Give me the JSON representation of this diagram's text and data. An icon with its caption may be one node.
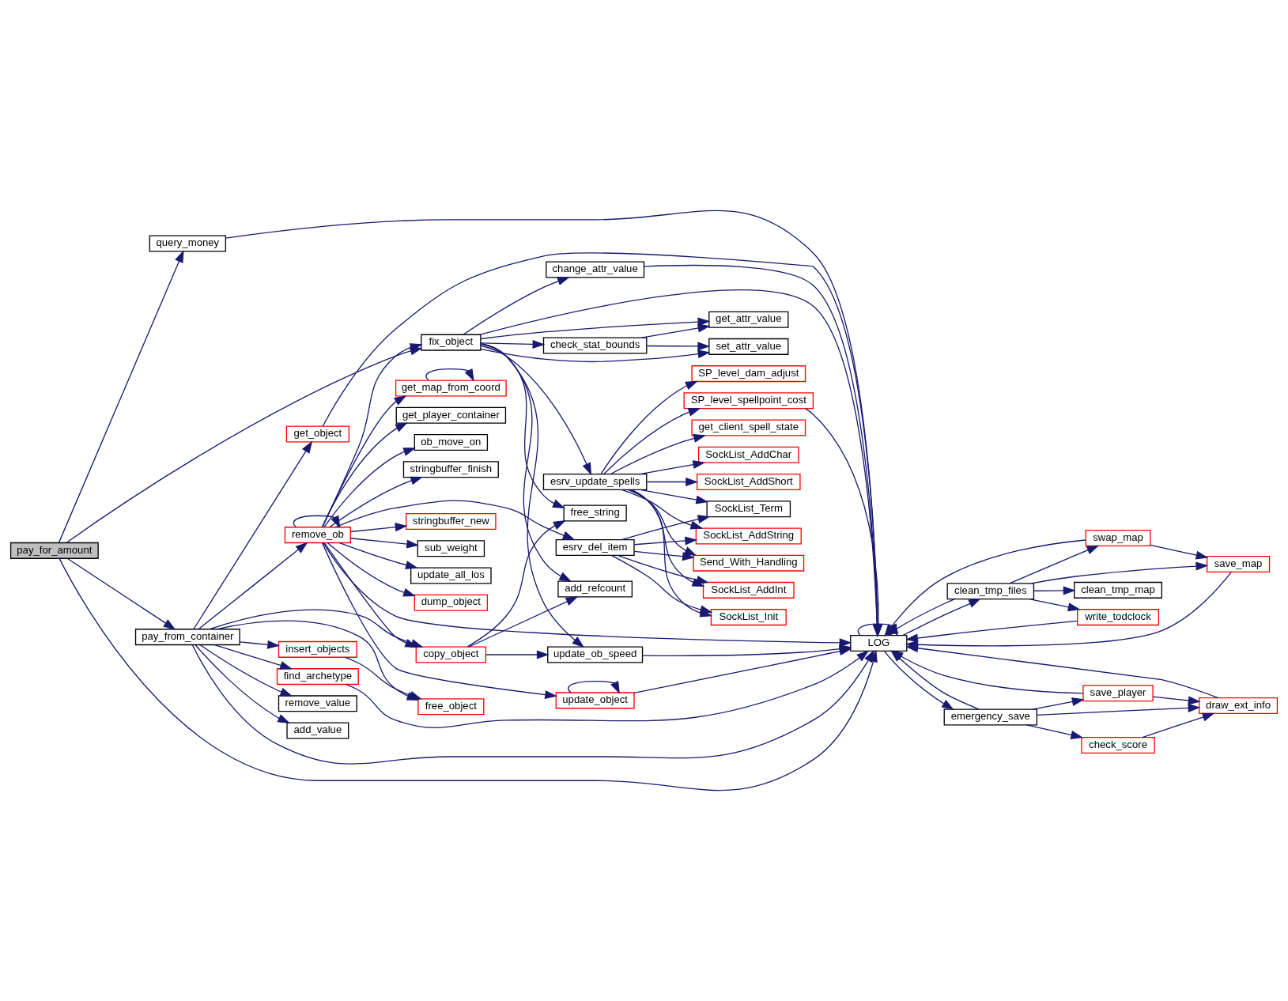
{
  "diagram": {
    "nodes": [
      {
        "text": [
          "pay_for_amount"
        ]
      },
      {
        "text": [
          "query_money"
        ]
      },
      {
        "text": [
          "fix_object"
        ]
      },
      {
        "text": [
          "pay_from_container"
        ]
      },
      {
        "text": [
          "LOG"
        ]
      },
      {
        "text": [
          "check_stat_bounds"
        ]
      },
      {
        "text": [
          "set_attr_value"
        ]
      },
      {
        "text": [
          "get_attr_value"
        ]
      },
      {
        "text": [
          "change_attr_value"
        ]
      },
      {
        "text": [
          "esrv_update_spells"
        ]
      },
      {
        "text": [
          "update_ob_speed"
        ]
      },
      {
        "text": [
          "free_string"
        ]
      },
      {
        "text": [
          "add_refcount"
        ]
      },
      {
        "text": [
          "copy_object"
        ]
      },
      {
        "text": [
          "remove_ob"
        ]
      },
      {
        "text": [
          "get_map_from_coord"
        ]
      },
      {
        "text": [
          "get_player_container"
        ]
      },
      {
        "text": [
          "ob_move_on"
        ]
      },
      {
        "text": [
          "stringbuffer_finish"
        ]
      },
      {
        "text": [
          "stringbuffer_new"
        ]
      },
      {
        "text": [
          "sub_weight"
        ]
      },
      {
        "text": [
          "update_all_los"
        ]
      },
      {
        "text": [
          "dump_object"
        ]
      },
      {
        "text": [
          "esrv_del_item"
        ]
      },
      {
        "text": [
          "update_object"
        ]
      },
      {
        "text": [
          "insert_objects"
        ]
      },
      {
        "text": [
          "free_object"
        ]
      },
      {
        "text": [
          "remove_value"
        ]
      },
      {
        "text": [
          "add_value"
        ]
      },
      {
        "text": [
          "find_archetype"
        ]
      },
      {
        "text": [
          "get_object"
        ]
      },
      {
        "text": [
          "SockList_AddShort"
        ]
      },
      {
        "text": [
          "SP_level_dam_adjust"
        ]
      },
      {
        "text": [
          "SP_level_spellpoint_cost"
        ]
      },
      {
        "text": [
          "get_client_spell_state"
        ]
      },
      {
        "text": [
          "SockList_AddChar"
        ]
      },
      {
        "text": [
          "SockList_AddInt"
        ]
      },
      {
        "text": [
          "SockList_AddString"
        ]
      },
      {
        "text": [
          "SockList_Init"
        ]
      },
      {
        "text": [
          "SockList_Term"
        ]
      },
      {
        "text": [
          "Send_With_Handling"
        ]
      },
      {
        "text": [
          "clean_tmp_files"
        ]
      },
      {
        "text": [
          "clean_tmp_map"
        ]
      },
      {
        "text": [
          "swap_map"
        ]
      },
      {
        "text": [
          "save_map"
        ]
      },
      {
        "text": [
          "write_todclock"
        ]
      },
      {
        "text": [
          "emergency_save"
        ]
      },
      {
        "text": [
          "save_player"
        ]
      },
      {
        "text": [
          "check_score"
        ]
      },
      {
        "text": [
          "draw_ext_info"
        ]
      }
    ],
    "edges": [
      {
        "from": 0,
        "to": 1,
        "arrow": "to"
      },
      {
        "from": 0,
        "to": 4,
        "arrow": "to"
      },
      {
        "from": 0,
        "to": 2,
        "arrow": "to"
      },
      {
        "from": 0,
        "to": 3,
        "arrow": "to"
      },
      {
        "from": 1,
        "to": 4,
        "arrow": "to"
      },
      {
        "from": 2,
        "to": 6,
        "arrow": "to"
      },
      {
        "from": 2,
        "to": 5,
        "arrow": "to"
      },
      {
        "from": 2,
        "to": 7,
        "arrow": "to"
      },
      {
        "from": 2,
        "to": 8,
        "arrow": "to"
      },
      {
        "from": 2,
        "to": 4,
        "arrow": "to"
      },
      {
        "from": 2,
        "to": 9,
        "arrow": "to"
      },
      {
        "from": 2,
        "to": 10,
        "arrow": "to"
      },
      {
        "from": 2,
        "to": 11,
        "arrow": "to"
      },
      {
        "from": 2,
        "to": 12,
        "arrow": "to"
      },
      {
        "from": 5,
        "to": 6,
        "arrow": "to"
      },
      {
        "from": 5,
        "to": 7,
        "arrow": "to"
      },
      {
        "from": 8,
        "to": 4,
        "arrow": "to"
      },
      {
        "from": 9,
        "to": 31,
        "arrow": "to"
      },
      {
        "from": 9,
        "to": 32,
        "arrow": "to"
      },
      {
        "from": 9,
        "to": 33,
        "arrow": "to"
      },
      {
        "from": 9,
        "to": 34,
        "arrow": "to"
      },
      {
        "from": 9,
        "to": 35,
        "arrow": "to"
      },
      {
        "from": 9,
        "to": 36,
        "arrow": "to"
      },
      {
        "from": 9,
        "to": 37,
        "arrow": "to"
      },
      {
        "from": 9,
        "to": 38,
        "arrow": "to"
      },
      {
        "from": 9,
        "to": 39,
        "arrow": "to"
      },
      {
        "from": 9,
        "to": 40,
        "arrow": "to"
      },
      {
        "from": 10,
        "to": 4,
        "arrow": "to"
      },
      {
        "from": 13,
        "to": 10,
        "arrow": "to"
      },
      {
        "from": 13,
        "to": 11,
        "arrow": "to"
      },
      {
        "from": 13,
        "to": 12,
        "arrow": "to"
      },
      {
        "from": 14,
        "to": 2,
        "arrow": "to"
      },
      {
        "from": 14,
        "to": 13,
        "arrow": "to"
      },
      {
        "from": 14,
        "to": 15,
        "arrow": "to"
      },
      {
        "from": 14,
        "to": 16,
        "arrow": "to"
      },
      {
        "from": 14,
        "to": 17,
        "arrow": "to"
      },
      {
        "from": 14,
        "to": 18,
        "arrow": "to"
      },
      {
        "from": 14,
        "to": 19,
        "arrow": "to"
      },
      {
        "from": 14,
        "to": 20,
        "arrow": "to"
      },
      {
        "from": 14,
        "to": 14,
        "arrow": "to"
      },
      {
        "from": 14,
        "to": 23,
        "arrow": "to"
      },
      {
        "from": 14,
        "to": 21,
        "arrow": "to"
      },
      {
        "from": 14,
        "to": 22,
        "arrow": "to"
      },
      {
        "from": 14,
        "to": 4,
        "arrow": "to"
      },
      {
        "from": 14,
        "to": 24,
        "arrow": "to"
      },
      {
        "from": 15,
        "to": 15,
        "arrow": "to"
      },
      {
        "from": 23,
        "to": 36,
        "arrow": "to"
      },
      {
        "from": 23,
        "to": 37,
        "arrow": "to"
      },
      {
        "from": 23,
        "to": 38,
        "arrow": "to"
      },
      {
        "from": 23,
        "to": 39,
        "arrow": "to"
      },
      {
        "from": 23,
        "to": 40,
        "arrow": "to"
      },
      {
        "from": 24,
        "to": 24,
        "arrow": "to"
      },
      {
        "from": 24,
        "to": 4,
        "arrow": "to"
      },
      {
        "from": 3,
        "to": 13,
        "arrow": "to"
      },
      {
        "from": 3,
        "to": 14,
        "arrow": "to"
      },
      {
        "from": 3,
        "to": 25,
        "arrow": "to"
      },
      {
        "from": 3,
        "to": 26,
        "arrow": "to"
      },
      {
        "from": 3,
        "to": 4,
        "arrow": "to"
      },
      {
        "from": 3,
        "to": 27,
        "arrow": "to"
      },
      {
        "from": 3,
        "to": 28,
        "arrow": "to"
      },
      {
        "from": 3,
        "to": 29,
        "arrow": "to"
      },
      {
        "from": 3,
        "to": 30,
        "arrow": "to"
      },
      {
        "from": 25,
        "to": 26,
        "arrow": "to"
      },
      {
        "from": 29,
        "to": 4,
        "arrow": "to"
      },
      {
        "from": 30,
        "to": 4,
        "arrow": "to"
      },
      {
        "from": 33,
        "to": 4,
        "arrow": "to"
      },
      {
        "from": 4,
        "to": 4,
        "arrow": "to"
      },
      {
        "from": 4,
        "to": 41,
        "arrow": "to"
      },
      {
        "from": 4,
        "to": 46,
        "arrow": "to"
      },
      {
        "from": 41,
        "to": 4,
        "arrow": "to"
      },
      {
        "from": 41,
        "to": 42,
        "arrow": "to"
      },
      {
        "from": 41,
        "to": 43,
        "arrow": "to"
      },
      {
        "from": 41,
        "to": 44,
        "arrow": "to"
      },
      {
        "from": 41,
        "to": 45,
        "arrow": "to"
      },
      {
        "from": 43,
        "to": 4,
        "arrow": "to"
      },
      {
        "from": 43,
        "to": 44,
        "arrow": "to"
      },
      {
        "from": 44,
        "to": 4,
        "arrow": "to"
      },
      {
        "from": 45,
        "to": 4,
        "arrow": "to"
      },
      {
        "from": 46,
        "to": 4,
        "arrow": "to"
      },
      {
        "from": 46,
        "to": 47,
        "arrow": "to"
      },
      {
        "from": 46,
        "to": 48,
        "arrow": "to"
      },
      {
        "from": 46,
        "to": 49,
        "arrow": "to"
      },
      {
        "from": 47,
        "to": 4,
        "arrow": "to"
      },
      {
        "from": 47,
        "to": 49,
        "arrow": "to"
      },
      {
        "from": 48,
        "to": 49,
        "arrow": "to"
      },
      {
        "from": 49,
        "to": 4,
        "arrow": "to"
      }
    ]
  }
}
